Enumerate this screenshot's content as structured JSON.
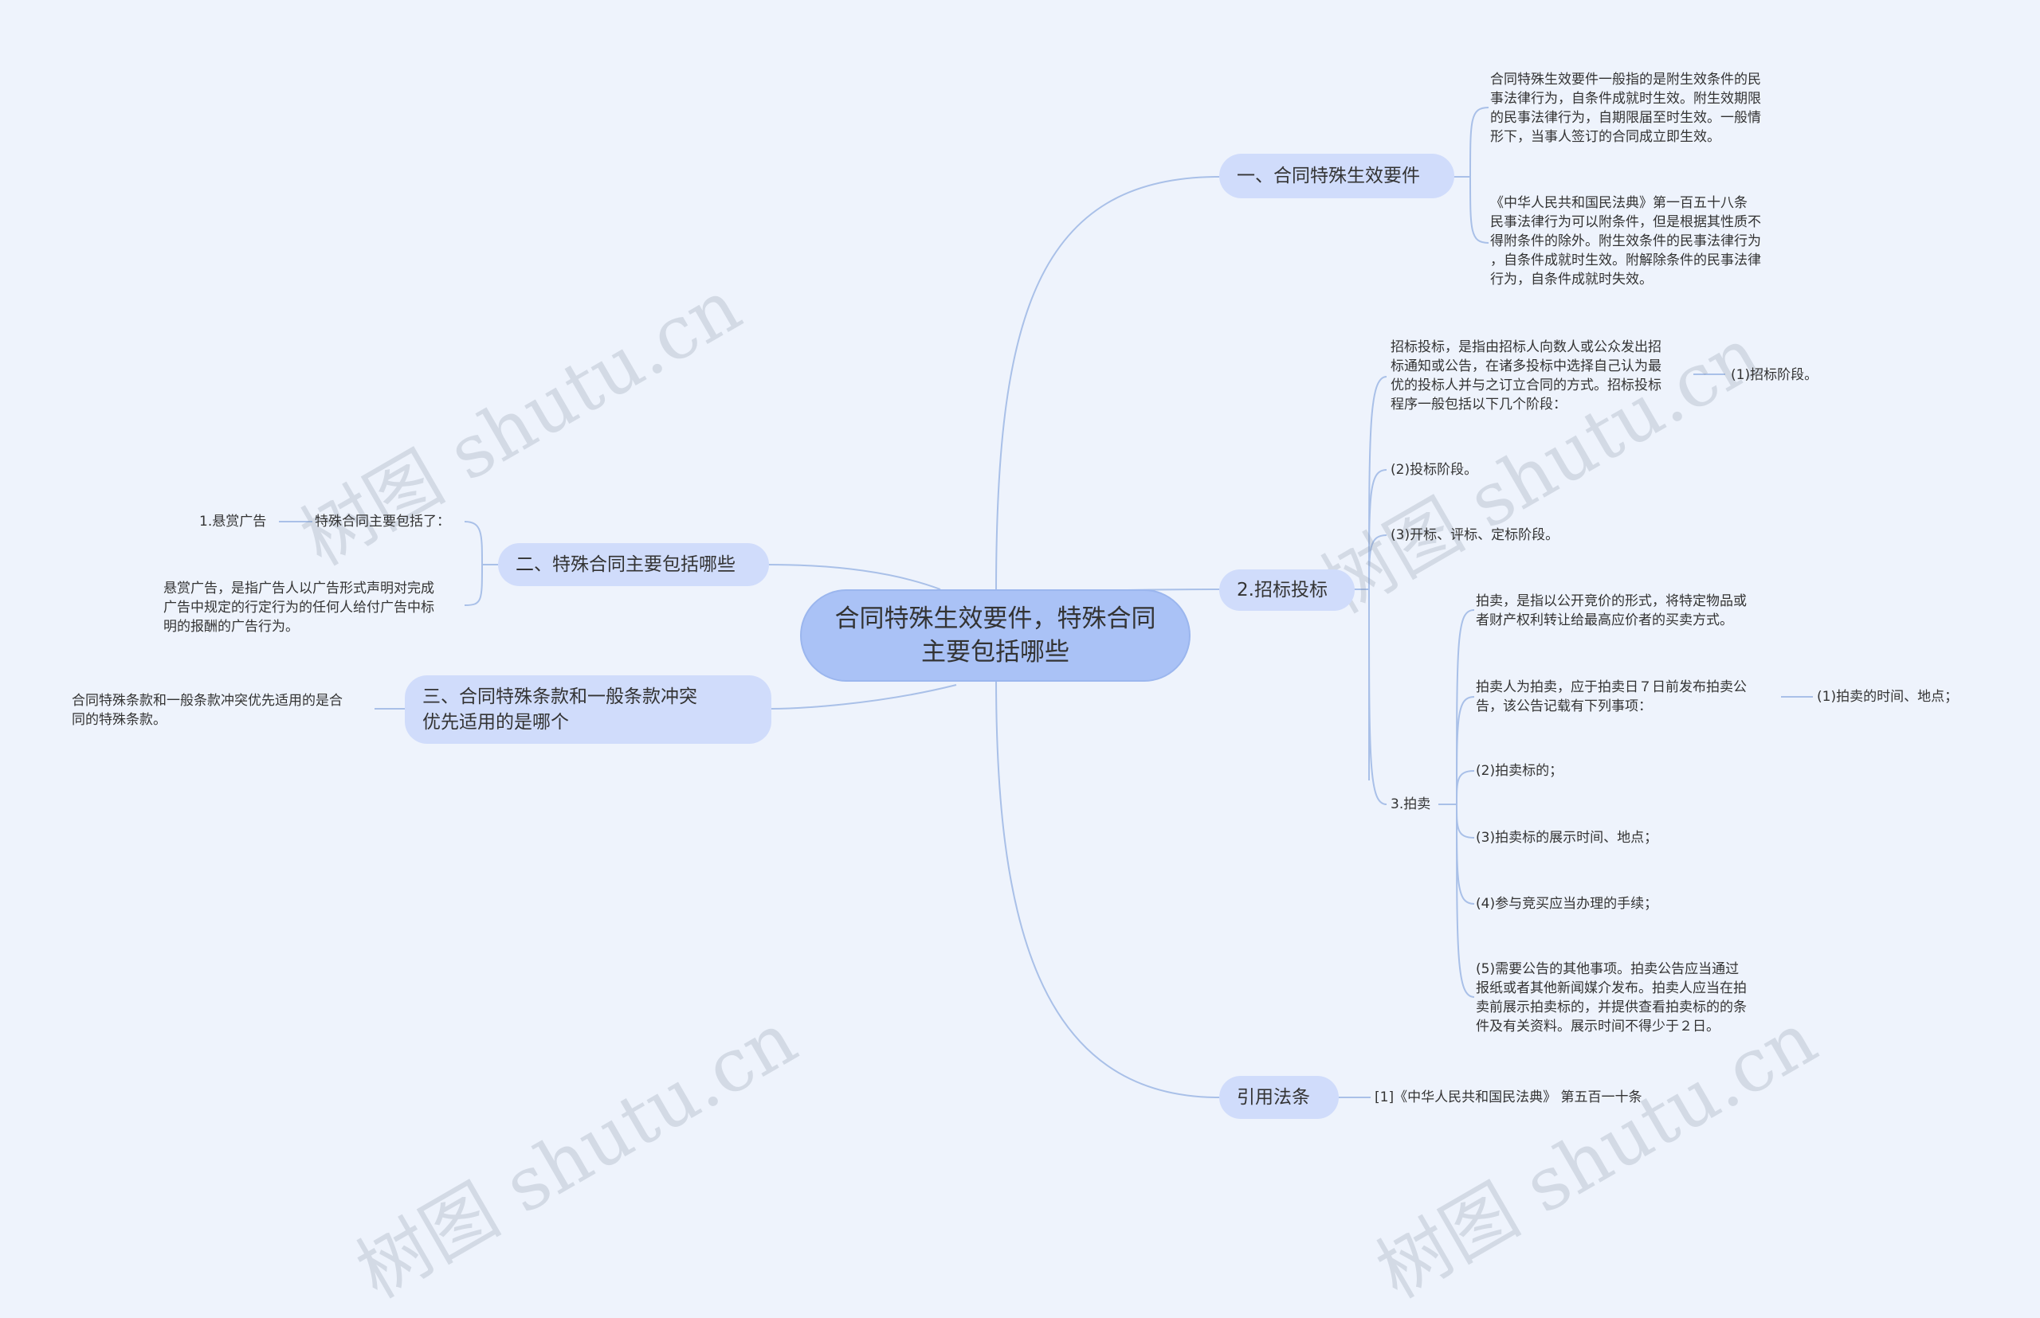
{
  "root": {
    "title": "合同特殊生效要件，特殊合同主要包括哪些"
  },
  "watermark": "树图 shutu.cn",
  "branches": {
    "b1": {
      "label": "一、合同特殊生效要件",
      "leaves": [
        "合同特殊生效要件一般指的是附生效条件的民\n事法律行为，自条件成就时生效。附生效期限\n的民事法律行为，自期限届至时生效。一般情\n形下，当事人签订的合同成立即生效。",
        "《中华人民共和国民法典》第一百五十八条\n民事法律行为可以附条件，但是根据其性质不\n得附条件的除外。附生效条件的民事法律行为\n，自条件成就时生效。附解除条件的民事法律\n行为，自条件成就时失效。"
      ]
    },
    "b2": {
      "label": "2.招标投标",
      "tender_intro": "招标投标，是指由招标人向数人或公众发出招\n标通知或公告，在诸多投标中选择自己认为最\n优的投标人并与之订立合同的方式。招标投标\n程序一般包括以下几个阶段：",
      "tender_stage1": "(1)招标阶段。",
      "tender_stage2": "(2)投标阶段。",
      "tender_stage3": "(3)开标、评标、定标阶段。",
      "auction": {
        "label": "3.拍卖",
        "items": [
          "拍卖，是指以公开竞价的形式，将特定物品或\n者财产权利转让给最高应价者的买卖方式。",
          "拍卖人为拍卖，应于拍卖日７日前发布拍卖公\n告，该公告记载有下列事项：",
          "(2)拍卖标的；",
          "(3)拍卖标的展示时间、地点；",
          "(4)参与竞买应当办理的手续；",
          "(5)需要公告的其他事项。拍卖公告应当通过\n报纸或者其他新闻媒介发布。拍卖人应当在拍\n卖前展示拍卖标的，并提供查看拍卖标的的条\n件及有关资料。展示时间不得少于２日。"
        ],
        "notice_item1": "(1)拍卖的时间、地点；"
      }
    },
    "b3": {
      "label": "引用法条",
      "leaf": "[1]《中华人民共和国民法典》 第五百一十条"
    },
    "b4": {
      "label": "二、特殊合同主要包括哪些",
      "sub": "特殊合同主要包括了：",
      "sub_child": "1.悬赏广告",
      "leaf": "悬赏广告，是指广告人以广告形式声明对完成\n广告中规定的行定行为的任何人给付广告中标\n明的报酬的广告行为。"
    },
    "b5": {
      "label": "三、合同特殊条款和一般条款冲突\n优先适用的是哪个",
      "leaf": "合同特殊条款和一般条款冲突优先适用的是合\n同的特殊条款。"
    }
  },
  "colors": {
    "background": "#eef3fc",
    "root_fill": "#aac2f6",
    "branch_fill": "#d0dcfb",
    "line": "#a9c0e8"
  }
}
